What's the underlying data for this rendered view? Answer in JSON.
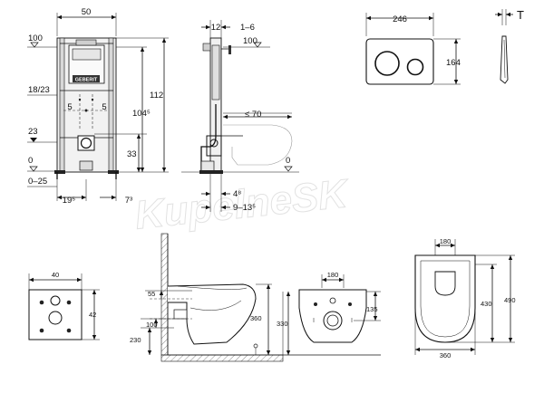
{
  "watermark": "KupelneSK",
  "brand_plate": "GEBERIT",
  "frame_view": {
    "width": "50",
    "level_100": "100",
    "mark_18_23": "18/23",
    "left_5": "5",
    "right_5": "5",
    "level_23": "23",
    "level_0": "0",
    "range_0_25": "0–25",
    "height_112": "112",
    "height_104_5": "104⁵",
    "height_33": "33",
    "bottom_19_5": "19⁵",
    "bottom_7_3": "7³"
  },
  "side_view": {
    "depth_12": "12",
    "range_1_6": "1–6",
    "level_100": "100",
    "max_70": "≤ 70",
    "level_0": "0",
    "bottom_4_8": "4⁸",
    "bottom_9_13_5": "9–13⁵"
  },
  "plate_front": {
    "width": "246",
    "height": "164"
  },
  "plate_side": {
    "thickness": "T"
  },
  "hole_template": {
    "width": "40",
    "height": "42"
  },
  "bowl_side": {
    "d55": "55",
    "d100": "100",
    "d230": "230",
    "d360": "360",
    "d330": "330"
  },
  "bowl_front": {
    "d180": "180",
    "d135": "135"
  },
  "bowl_top": {
    "d180": "180",
    "d430": "430",
    "d490": "490",
    "d360": "360"
  }
}
